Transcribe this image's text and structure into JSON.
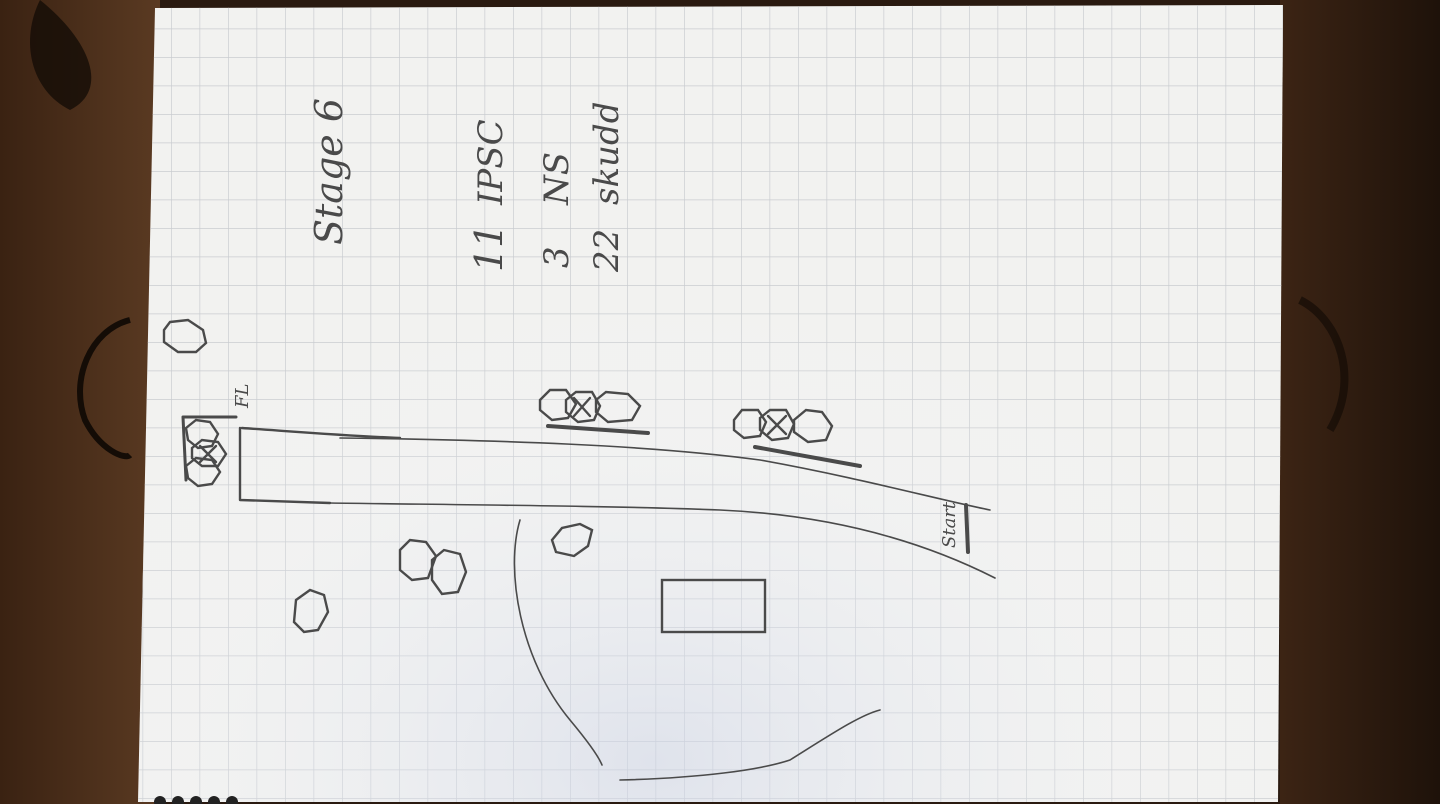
{
  "notes": {
    "title": "Stage 6",
    "line1_count": "11",
    "line1_label": "IPSC",
    "line2_count": "3",
    "line2_label": "NS",
    "line3_count": "22",
    "line3_label": "skudd"
  },
  "diagram": {
    "fault_line_label": "FL",
    "start_label": "Start"
  },
  "colors": {
    "paper": "#f2f2f0",
    "grid": "#c9ccd0",
    "pencil": "#4a4a4a",
    "table": "#3b2414"
  }
}
